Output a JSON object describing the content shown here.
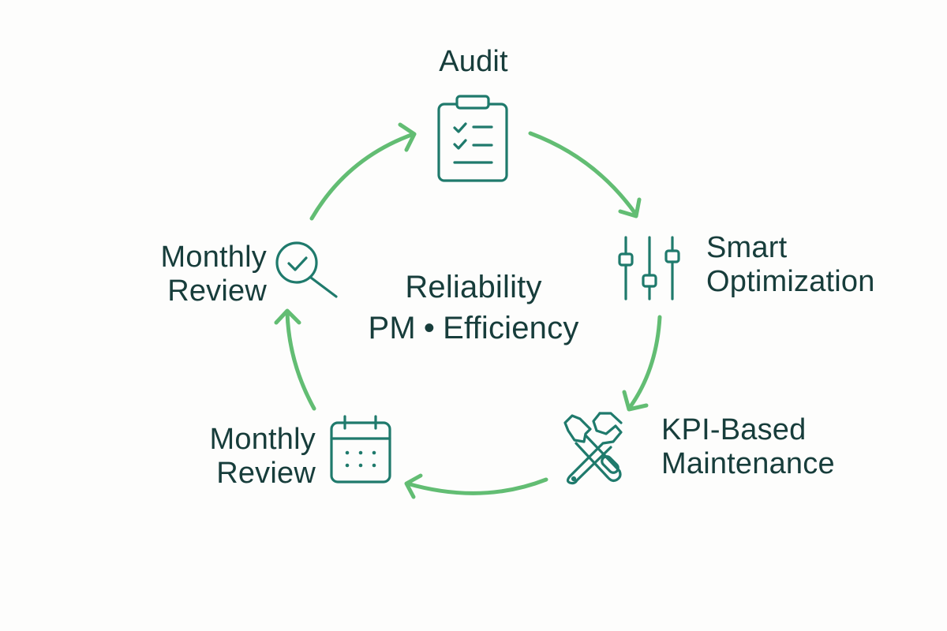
{
  "colors": {
    "background": "#fdfdfc",
    "text": "#173d3b",
    "icon_stroke": "#1f7a6c",
    "arrow": "#62bd73"
  },
  "center": {
    "line1": "Reliability",
    "line2_left": "PM",
    "separator": "•",
    "line2_right": "Efficiency"
  },
  "steps": [
    {
      "id": "audit",
      "icon": "clipboard-check-icon",
      "lines": [
        "Audit"
      ]
    },
    {
      "id": "smart-optimization",
      "icon": "sliders-icon",
      "lines": [
        "Smart",
        "Optimization"
      ]
    },
    {
      "id": "kpi-maintenance",
      "icon": "tools-icon",
      "lines": [
        "KPI-Based",
        "Maintenance"
      ]
    },
    {
      "id": "monthly-review-calendar",
      "icon": "calendar-icon",
      "lines": [
        "Monthly",
        "Review"
      ]
    },
    {
      "id": "monthly-review-search",
      "icon": "search-check-icon",
      "lines": [
        "Monthly",
        "Review"
      ]
    }
  ],
  "flow": [
    "audit",
    "smart-optimization",
    "kpi-maintenance",
    "monthly-review-calendar",
    "monthly-review-search",
    "audit"
  ]
}
